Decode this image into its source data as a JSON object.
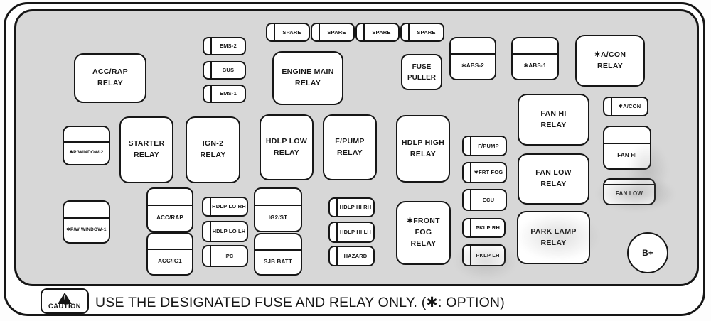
{
  "panel": {
    "caution": {
      "badge_label": "CAUTION",
      "warning_mark": "!",
      "message": "USE THE DESIGNATED FUSE AND RELAY ONLY. (✱: OPTION)"
    },
    "colors": {
      "panel_fill": "#d7d7d7",
      "box_fill": "#ffffff",
      "line": "#161616"
    },
    "relays": {
      "acc_rap": "ACC/RAP\nRELAY",
      "engine_main": "ENGINE MAIN\nRELAY",
      "acon": "✱A/CON\nRELAY",
      "starter": "STARTER\nRELAY",
      "ign2": "IGN-2\nRELAY",
      "hdlp_low": "HDLP LOW\nRELAY",
      "fpump": "F/PUMP\nRELAY",
      "hdlp_high": "HDLP HIGH\nRELAY",
      "fan_hi": "FAN HI\nRELAY",
      "fan_low": "FAN LOW\nRELAY",
      "front_fog": "✱FRONT FOG\nRELAY",
      "park_lamp": "PARK LAMP\nRELAY"
    },
    "tools": {
      "fuse_puller": "FUSE\nPULLER"
    },
    "fuses": {
      "spare": "SPARE",
      "ems2": "EMS-2",
      "bus": "BUS",
      "ems1": "EMS-1",
      "abs2": "✱ABS-2",
      "abs1": "✱ABS-1",
      "pwindow2": "✱P/WINDOW-2",
      "pwindow1": "✱P/W WINDOW-1",
      "fpump": "F/PUMP",
      "frt_fog": "✱FRT FOG",
      "ecu": "ECU",
      "pklp_rh": "PKLP RH",
      "pklp_lh": "PKLP LH",
      "acon": "✱A/CON",
      "fan_hi": "FAN HI",
      "fan_low": "FAN LOW",
      "acc_rap": "ACC/RAP",
      "acc_ig1": "ACC/IG1",
      "ig2_st": "IG2/ST",
      "sjb_batt": "SJB BATT",
      "hdlp_lo_rh": "HDLP LO RH",
      "hdlp_lo_lh": "HDLP LO LH",
      "ipc": "IPC",
      "hdlp_hi_rh": "HDLP HI RH",
      "hdlp_hi_lh": "HDLP HI LH",
      "hazard": "HAZARD"
    },
    "terminals": {
      "b_plus": "B+"
    }
  }
}
